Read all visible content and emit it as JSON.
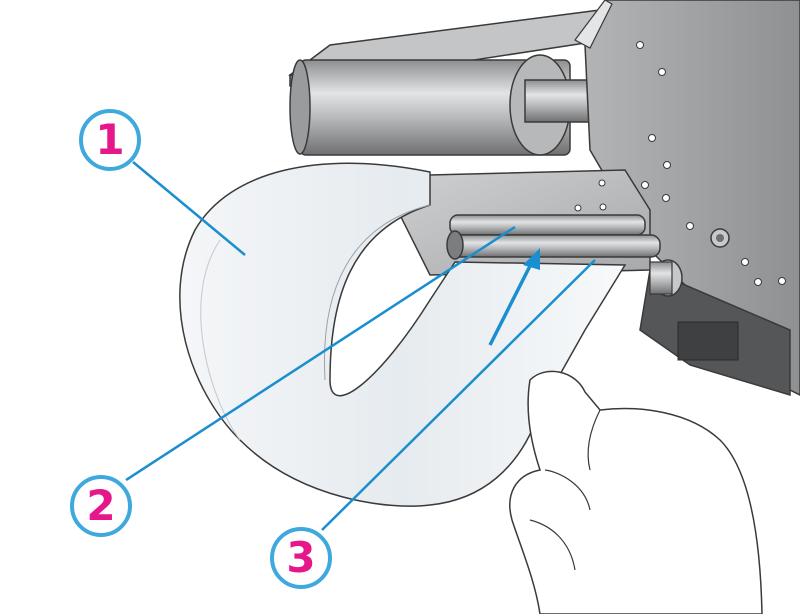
{
  "callouts": [
    {
      "label": "1",
      "part": "film-web"
    },
    {
      "label": "2",
      "part": "upper-roller"
    },
    {
      "label": "3",
      "part": "film-leading-edge"
    }
  ],
  "colors": {
    "callout_ring": "#3fa9dd",
    "callout_number": "#e5178a",
    "leader_line": "#1a8fd0",
    "metal_light": "#d4d5d6",
    "metal_dark": "#8a8b8d",
    "film": "#eef2f5",
    "outline": "#3a3a3a"
  },
  "icons": [
    "feed-direction-arrow-icon"
  ]
}
